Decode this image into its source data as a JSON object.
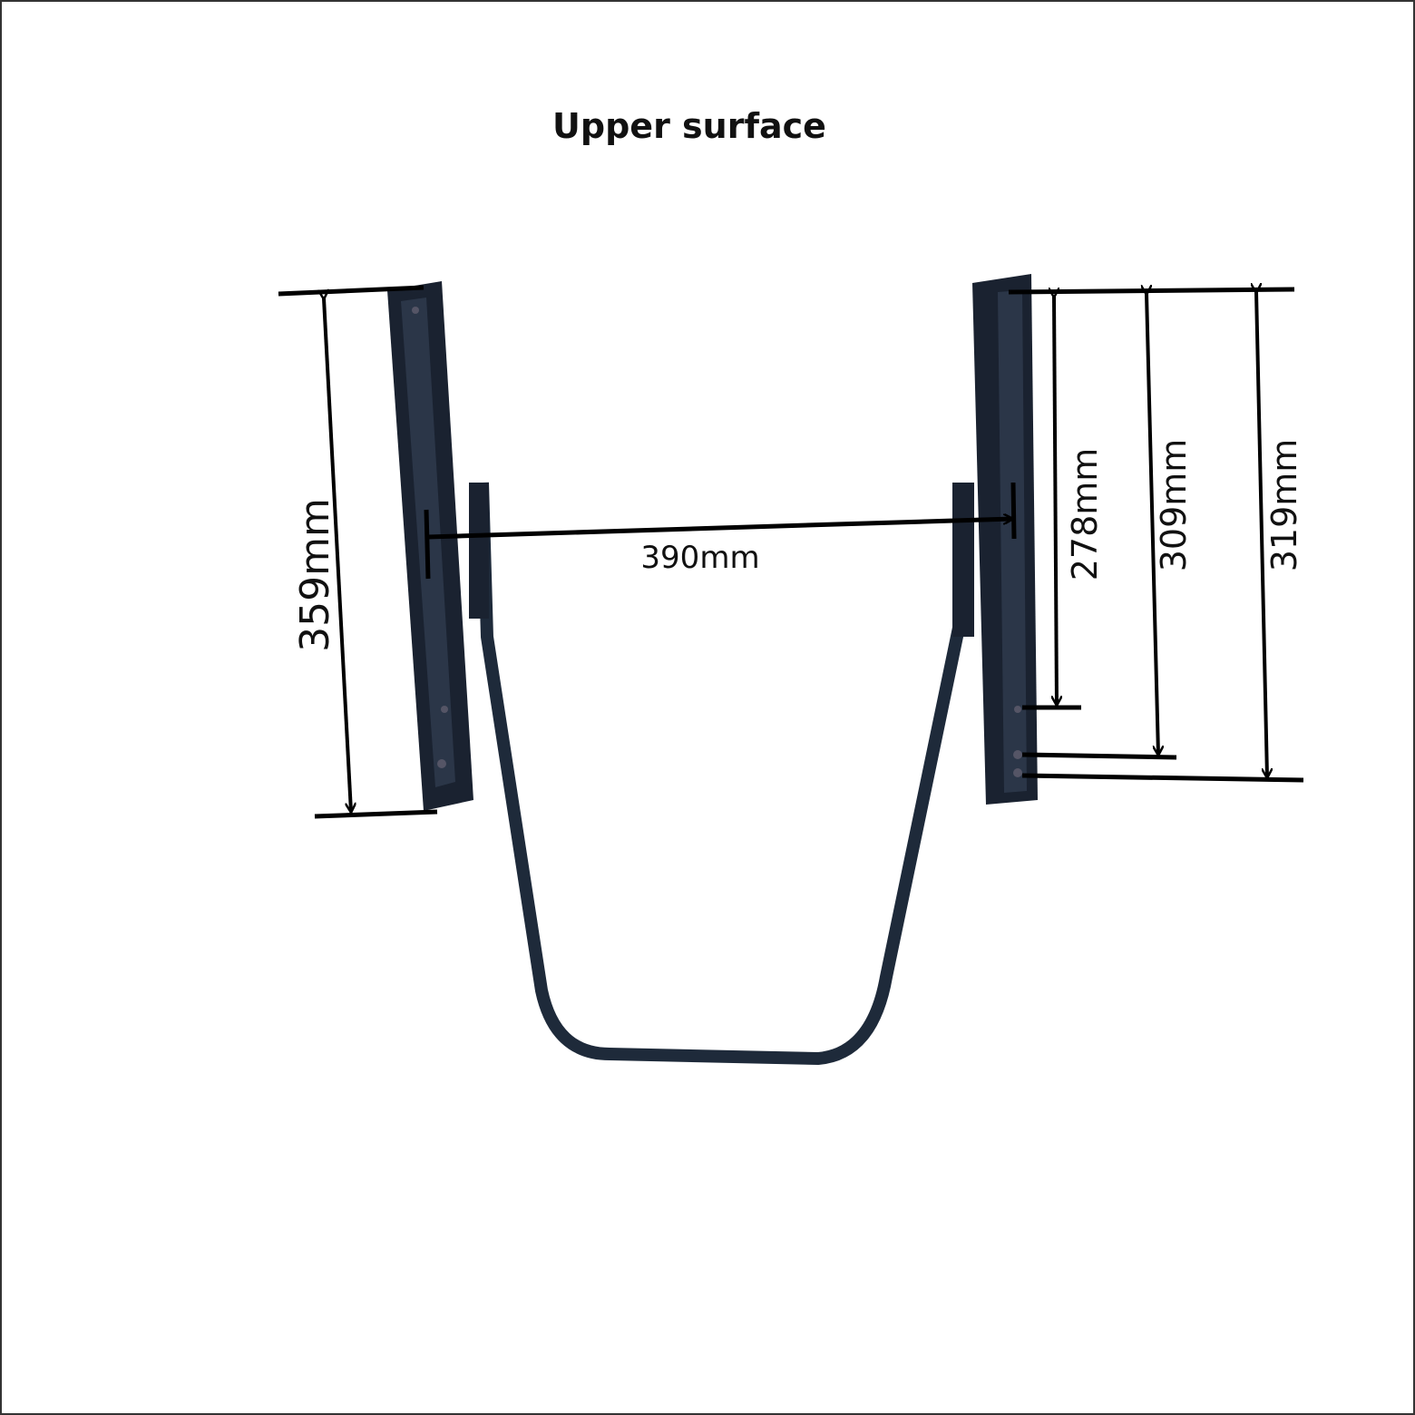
{
  "title": "Upper surface",
  "dimensions": {
    "left_rail_length": "359mm",
    "rail_spacing": "390mm",
    "right_hole_1": "278mm",
    "right_hole_2": "309mm",
    "right_hole_3": "319mm"
  },
  "colors": {
    "rail": "#1a2230",
    "tube": "#1e2a3a",
    "dimension_line": "#000000"
  }
}
